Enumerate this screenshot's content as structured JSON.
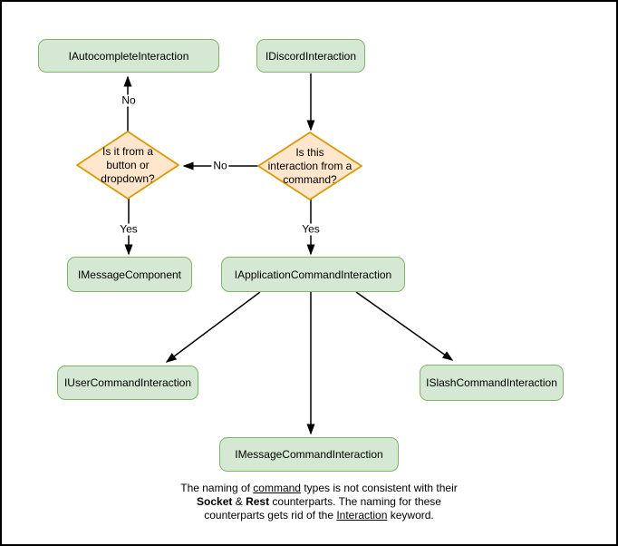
{
  "diagram_title": "Discord interaction type flowchart",
  "colors": {
    "node_fill": "#d5e8d4",
    "node_stroke": "#82b366",
    "decision_fill": "#ffe6cc",
    "decision_stroke": "#d79b00",
    "edge": "#000000",
    "background": "#ffffff",
    "outer_border": "#000000"
  },
  "nodes": {
    "autocomplete": {
      "label": "IAutocompleteInteraction"
    },
    "discord": {
      "label": "IDiscordInteraction"
    },
    "message_component": {
      "label": "IMessageComponent"
    },
    "application_command": {
      "label": "IApplicationCommandInteraction"
    },
    "user_command": {
      "label": "IUserCommandInteraction"
    },
    "slash_command": {
      "label": "ISlashCommandInteraction"
    },
    "message_command": {
      "label": "IMessageCommandInteraction"
    }
  },
  "decisions": {
    "button_dropdown": {
      "label": "Is it from a\nbutton or\ndropdown?"
    },
    "from_command": {
      "label": "Is this\ninteraction from a\ncommand?"
    }
  },
  "edge_labels": {
    "no_to_autocomplete": "No",
    "no_to_button_dropdown": "No",
    "yes_to_message_component": "Yes",
    "yes_to_application_command": "Yes"
  },
  "caption": {
    "lines": [
      [
        {
          "text": "The naming of "
        },
        {
          "text": "command",
          "style": "underline"
        },
        {
          "text": " types is not consistent with their"
        }
      ],
      [
        {
          "text": "Socket",
          "style": "bold"
        },
        {
          "text": " & "
        },
        {
          "text": "Rest",
          "style": "bold"
        },
        {
          "text": " counterparts. The naming for these"
        }
      ],
      [
        {
          "text": "counterparts gets rid of the "
        },
        {
          "text": "Interaction",
          "style": "underline"
        },
        {
          "text": " keyword."
        }
      ]
    ]
  }
}
